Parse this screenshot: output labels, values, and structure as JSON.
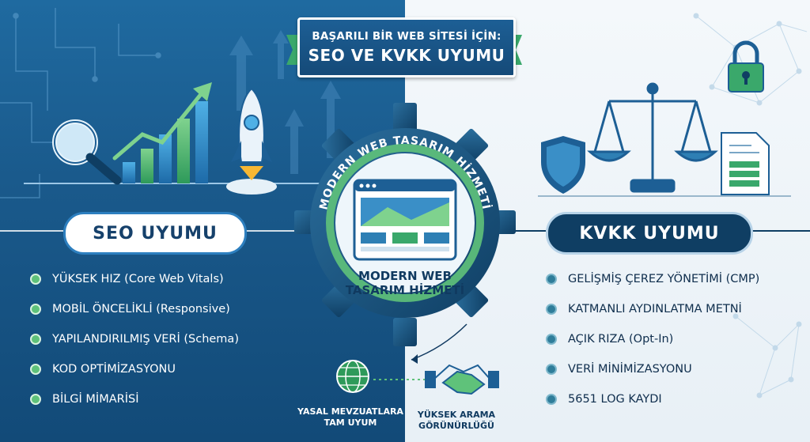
{
  "title": {
    "line1": "BAŞARILI BİR WEB SİTESİ İÇİN:",
    "line2": "SEO VE KVKK UYUMU"
  },
  "gear_ring_text": "MODERN WEB TASARIM HİZMETİ",
  "center_label": {
    "line1": "MODERN WEB",
    "line2": "TASARIM HİZMETİ"
  },
  "seo": {
    "heading": "SEO UYUMU",
    "items": [
      "YÜKSEK HIZ (Core Web Vitals)",
      "MOBİL ÖNCELİKLİ (Responsive)",
      "YAPILANDIRILMIŞ VERİ (Schema)",
      "KOD OPTİMİZASYONU",
      "BİLGİ MİMARİSİ"
    ]
  },
  "kvkk": {
    "heading": "KVKK UYUMU",
    "items": [
      "GELİŞMİŞ ÇEREZ YÖNETİMİ (CMP)",
      "KATMANLI AYDINLATMA METNİ",
      "AÇIK RIZA (Opt-In)",
      "VERİ MİNİMİZASYONU",
      "5651 LOG KAYDI"
    ]
  },
  "bottom": {
    "left_line1": "YASAL MEVZUATLARA",
    "left_line2": "TAM UYUM",
    "right_line1": "YÜKSEK ARAMA",
    "right_line2": "GÖRÜNÜRLÜĞÜ"
  },
  "colors": {
    "navy": "#103a60",
    "blue": "#1f6aa0",
    "green": "#5fc27a",
    "teal": "#2f7d9a"
  },
  "icons": [
    "magnifier-icon",
    "growth-chart-icon",
    "rocket-icon",
    "shield-icon",
    "scales-icon",
    "document-icon",
    "padlock-icon",
    "globe-icon",
    "handshake-icon",
    "browser-window-icon",
    "gear-icon"
  ]
}
